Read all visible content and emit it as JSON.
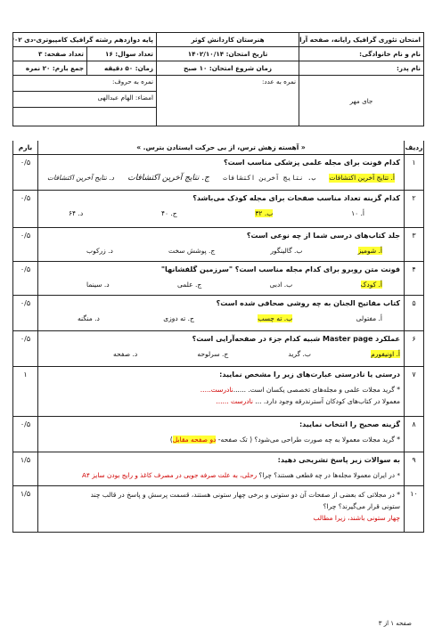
{
  "header": {
    "r1_exam": "امتحان تئوری گرافیک رایانه، صفحه آرایی",
    "r1_school": "هنرستان کاردانش کوثر",
    "r1_grade": "پایه دوازدهم رشته گرافیک کامپیوتری-دی ۱۴۰۲",
    "r2_name": "نام و نام خانوادگی:",
    "r2_date": "تاریخ امتحان: ۱۴۰۲/۱۰/۱۴",
    "r2_qcount": "تعداد سوال: ۱۶",
    "r2_pages": "تعداد صفحه: ۳",
    "r3_father": "نام پدر:",
    "r3_start": "زمان شروع امتحان: ۱۰ صبح",
    "r3_duration": "زمان: ۵۰ دقیقه",
    "r3_total": "جمع بارم: ۲۰ نمره",
    "r4_numeric": "نمره به عدد:",
    "r4_letters": "نمره به حروف:",
    "r5_class": "جای مهر",
    "r5_sign": "امضاء: الهام عبدالهی"
  },
  "bismillah": {
    "row": "ردیف",
    "text": "« آهسته زهش ترس، از بی حرکت ایستادن بترس. »",
    "barem": "بارم"
  },
  "questions": [
    {
      "num": "۱",
      "score": "۰/۵",
      "text": "کدام فونت برای مجله علمی پزشکی مناسب است؟",
      "opts": [
        "أ. تتایج آخرین اکتشافات",
        "ب. نتایج آخرین اکتشافات",
        "ج. نتایج آخرین اکتشافات",
        "د. نتایج آخرین اکتشافات"
      ]
    },
    {
      "num": "۲",
      "score": "۰/۵",
      "text": "کدام گزینه تعداد مناسب صفحات برای مجله کودک می‌باشد؟",
      "opts": [
        "أ. ۱۰",
        "ب. ۳۲",
        "ج. ۴۰",
        "د. ۶۴"
      ]
    },
    {
      "num": "۳",
      "score": "۰/۵",
      "text": "جلد کتاب‌های درسی شما از چه نوعی است؟",
      "opts": [
        "أ. شومیز",
        "ب. گالینگور",
        "ج. پوشش سخت",
        "د. زرکوب"
      ]
    },
    {
      "num": "۴",
      "score": "۰/۵",
      "text": "فونت متن روبرو برای کدام مجله مناسب است؟ \"سرزمین گلفشانها\"",
      "opts": [
        "أ. کودک",
        "ب. ادبی",
        "ج. علمی",
        "د. سینما"
      ]
    },
    {
      "num": "۵",
      "score": "۰/۵",
      "text": "کتاب مفاتیح الجنان به چه روشی صحافی شده است؟",
      "opts": [
        "أ. مفتولی",
        "ب. ته چسب",
        "ج. ته دوزی",
        "د. منگنه"
      ]
    },
    {
      "num": "۶",
      "score": "۰/۵",
      "text": "عملکرد Master page شبیه کدام جزء در صفحه‌آرایی است؟",
      "opts": [
        "أ. اونیفورم",
        "ب. گرید",
        "ج. سرلوحه",
        "د. صفحه"
      ]
    },
    {
      "num": "۷",
      "score": "۱",
      "text": "درستی یا نادرستی عبارت‌های زیر را مشخص نمایید:",
      "l1": "* گرید مجلات علمی و مجله‌های تخصصی یکسان است. ......",
      "a1": "نادرست.....",
      "l2": "معمولا در کتاب‌های کودکان آسترندرقه وجود دارد. ... ",
      "a2": "نادرست ......"
    },
    {
      "num": "۸",
      "score": "۰/۵",
      "text": "گزینه صحیح را انتخاب نمایید:",
      "l1": "* گرید مجلات معمولا به چه صورت طراحی می‌شود؟ ( تک صفحه- ",
      "a1": "دو صفحه مقابل",
      "l1end": ")"
    },
    {
      "num": "۹",
      "score": "۱/۵",
      "text": "به سوالات زیر پاسخ تشریحی دهید:",
      "l1": "* در ایران معمولا مجله‌ها در چه قطعی هستند؟ چرا؟ ",
      "a1": "رحلی، به علت صرفه جویی در مصرف کاغذ و رایج بودن سایز A۴"
    },
    {
      "num": "۱۰",
      "score": "۱/۵",
      "l1": "* در مجلاتی که بعضی از صفحات آن دو ستونی و برخی چهار ستونی هستند، قسمت پرسش و پاسخ در قالب چند",
      "l2": "ستونی قرار می‌گیرند؟ چرا؟",
      "a1": "چهار ستونی باشند، زیرا مطالب"
    }
  ],
  "footer": "صفحه ۱ از ۳"
}
